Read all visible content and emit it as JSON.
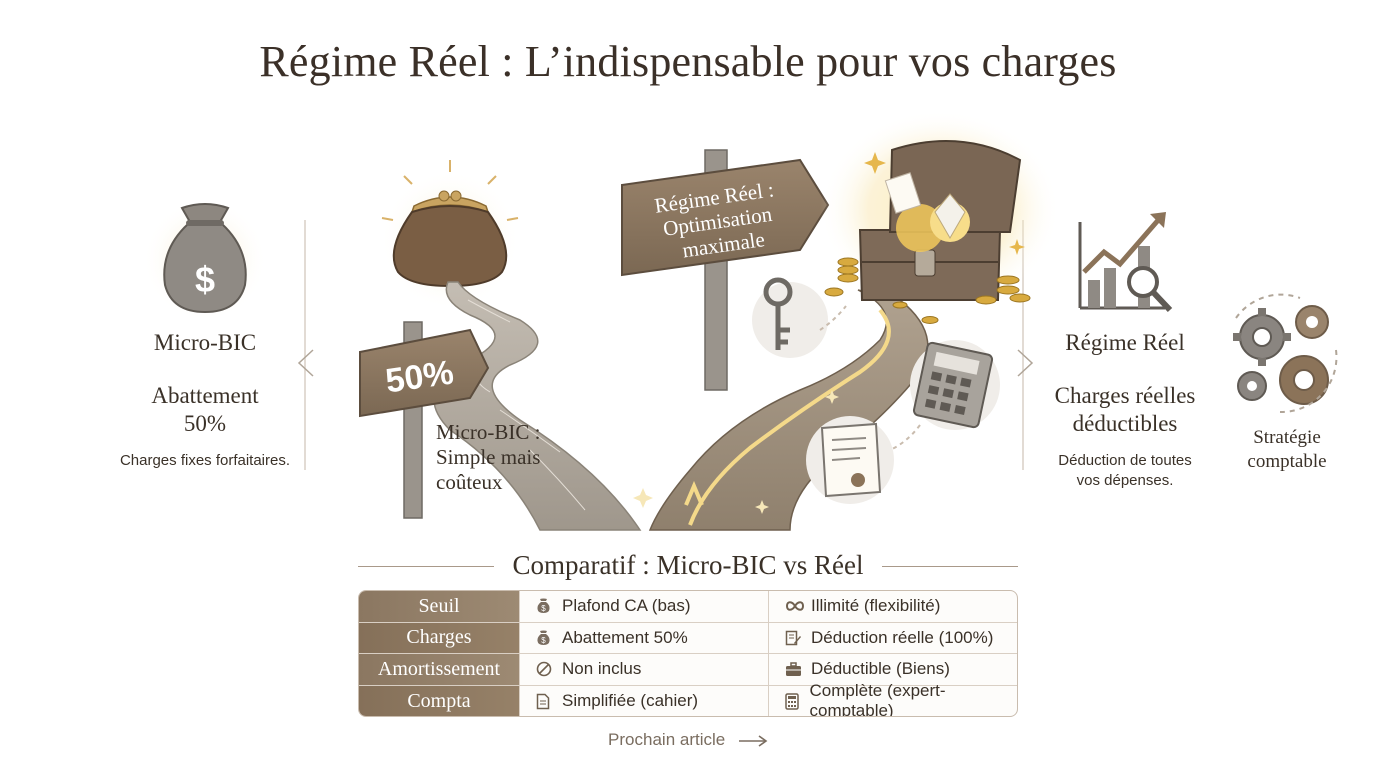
{
  "title": "Régime Réel : L’indispensable pour vos charges",
  "left": {
    "name": "Micro-BIC",
    "headline_line1": "Abattement",
    "headline_line2": "50%",
    "note": "Charges fixes forfaitaires.",
    "icon": "money-bag-icon"
  },
  "right": {
    "name": "Régime Réel",
    "headline_line1": "Charges réelles",
    "headline_line2": "déductibles",
    "note_line1": "Déduction de toutes",
    "note_line2": "vos dépenses.",
    "strategy_line1": "Stratégie",
    "strategy_line2": "comptable",
    "icon": "growth-chart-icon"
  },
  "illustration": {
    "sign_real_line1": "Régime Réel :",
    "sign_real_line2": "Optimisation",
    "sign_real_line3": "maximale",
    "sign_micro": "50%",
    "micro_label_line1": "Micro-BIC :",
    "micro_label_line2": "Simple mais",
    "micro_label_line3": "coûteux"
  },
  "comparison": {
    "title": "Comparatif : Micro-BIC vs Réel",
    "rows": [
      {
        "label": "Seuil",
        "micro": "Plafond CA (bas)",
        "micro_icon": "money-bag-icon",
        "reel": "Illimité (flexibilité)",
        "reel_icon": "infinity-icon"
      },
      {
        "label": "Charges",
        "micro": "Abattement 50%",
        "micro_icon": "money-bag-icon",
        "reel": "Déduction réelle (100%)",
        "reel_icon": "document-edit-icon"
      },
      {
        "label": "Amortissement",
        "micro": "Non inclus",
        "micro_icon": "prohibited-icon",
        "reel": "Déductible (Biens)",
        "reel_icon": "briefcase-icon"
      },
      {
        "label": "Compta",
        "micro": "Simplifiée (cahier)",
        "micro_icon": "document-icon",
        "reel": "Complète (expert-comptable)",
        "reel_icon": "calculator-icon"
      }
    ]
  },
  "footer": {
    "next_label": "Prochain article"
  },
  "colors": {
    "brown": "#8b7761",
    "gold": "#d9a63a",
    "text": "#3a3128"
  }
}
